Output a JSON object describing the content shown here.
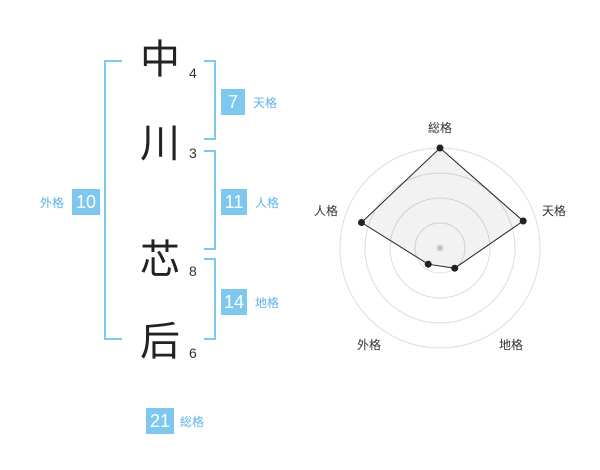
{
  "name": {
    "characters": [
      {
        "char": "中",
        "strokes": "4"
      },
      {
        "char": "川",
        "strokes": "3"
      },
      {
        "char": "芯",
        "strokes": "8"
      },
      {
        "char": "后",
        "strokes": "6"
      }
    ]
  },
  "fortunes": {
    "tenkaku": {
      "value": "7",
      "label": "天格"
    },
    "jinkaku": {
      "value": "11",
      "label": "人格"
    },
    "chikaku": {
      "value": "14",
      "label": "地格"
    },
    "gaikaku": {
      "value": "10",
      "label": "外格"
    },
    "soukaku": {
      "value": "21",
      "label": "総格"
    }
  },
  "colors": {
    "accent": "#7ec8f0",
    "label": "#5bb5e6",
    "text": "#222222"
  },
  "chart_data": {
    "type": "radar",
    "axes": [
      "総格",
      "天格",
      "地格",
      "外格",
      "人格"
    ],
    "levels": 4,
    "range": [
      0,
      4
    ],
    "values": [
      4,
      3.5,
      1,
      0.8,
      3.3
    ]
  }
}
